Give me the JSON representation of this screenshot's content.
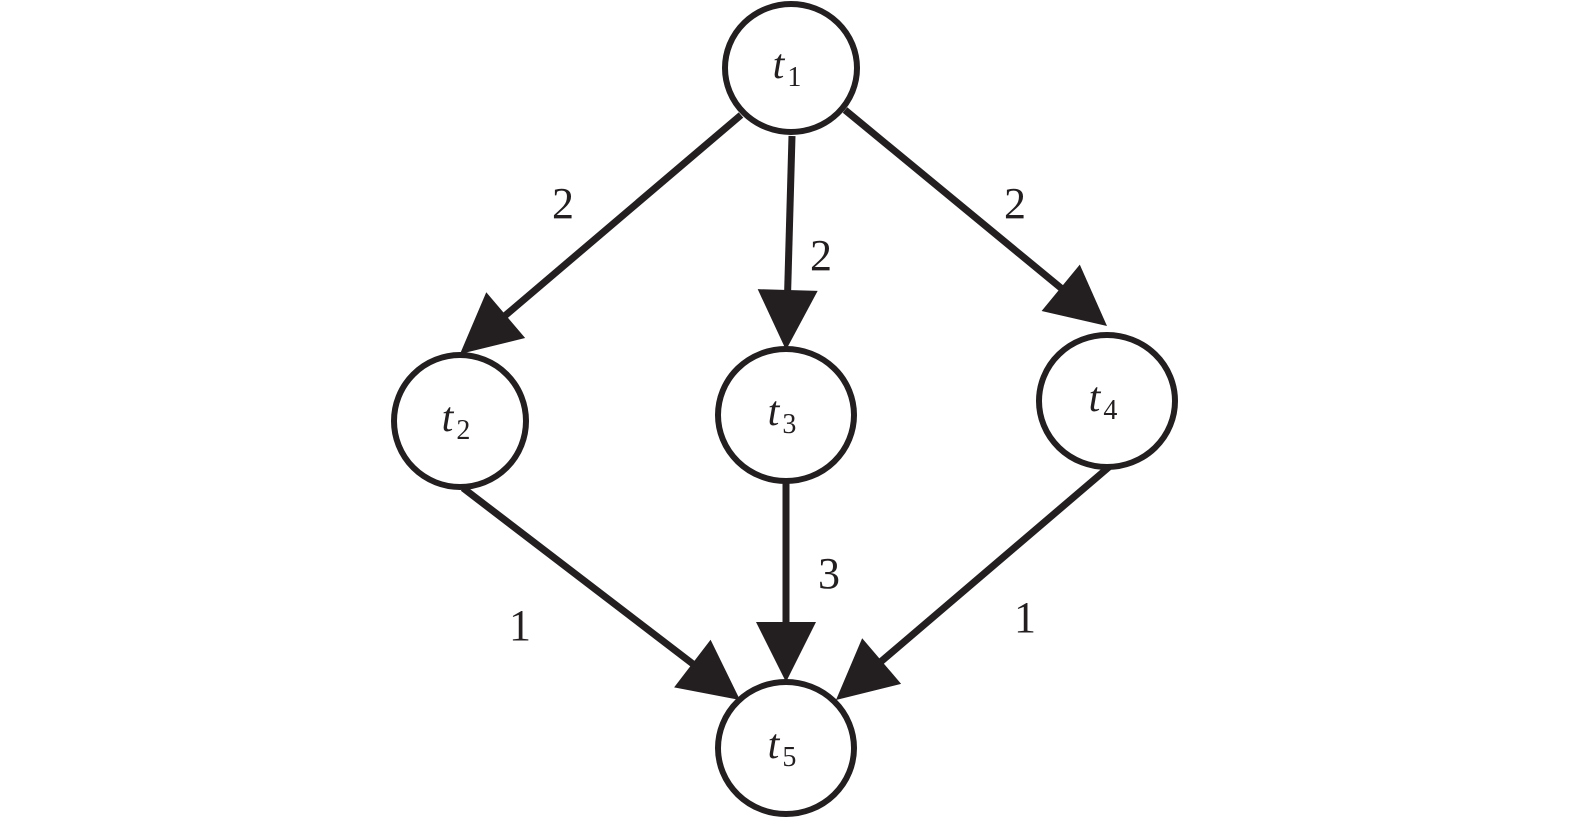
{
  "nodes": [
    {
      "id": "t1",
      "letter": "t",
      "sub": "1"
    },
    {
      "id": "t2",
      "letter": "t",
      "sub": "2"
    },
    {
      "id": "t3",
      "letter": "t",
      "sub": "3"
    },
    {
      "id": "t4",
      "letter": "t",
      "sub": "4"
    },
    {
      "id": "t5",
      "letter": "t",
      "sub": "5"
    }
  ],
  "edges": [
    {
      "from": "t1",
      "to": "t2",
      "weight": "2"
    },
    {
      "from": "t1",
      "to": "t3",
      "weight": "2"
    },
    {
      "from": "t1",
      "to": "t4",
      "weight": "2"
    },
    {
      "from": "t2",
      "to": "t5",
      "weight": "1"
    },
    {
      "from": "t3",
      "to": "t5",
      "weight": "3"
    },
    {
      "from": "t4",
      "to": "t5",
      "weight": "1"
    }
  ],
  "colors": {
    "stroke": "#231f20",
    "background": "#ffffff"
  }
}
